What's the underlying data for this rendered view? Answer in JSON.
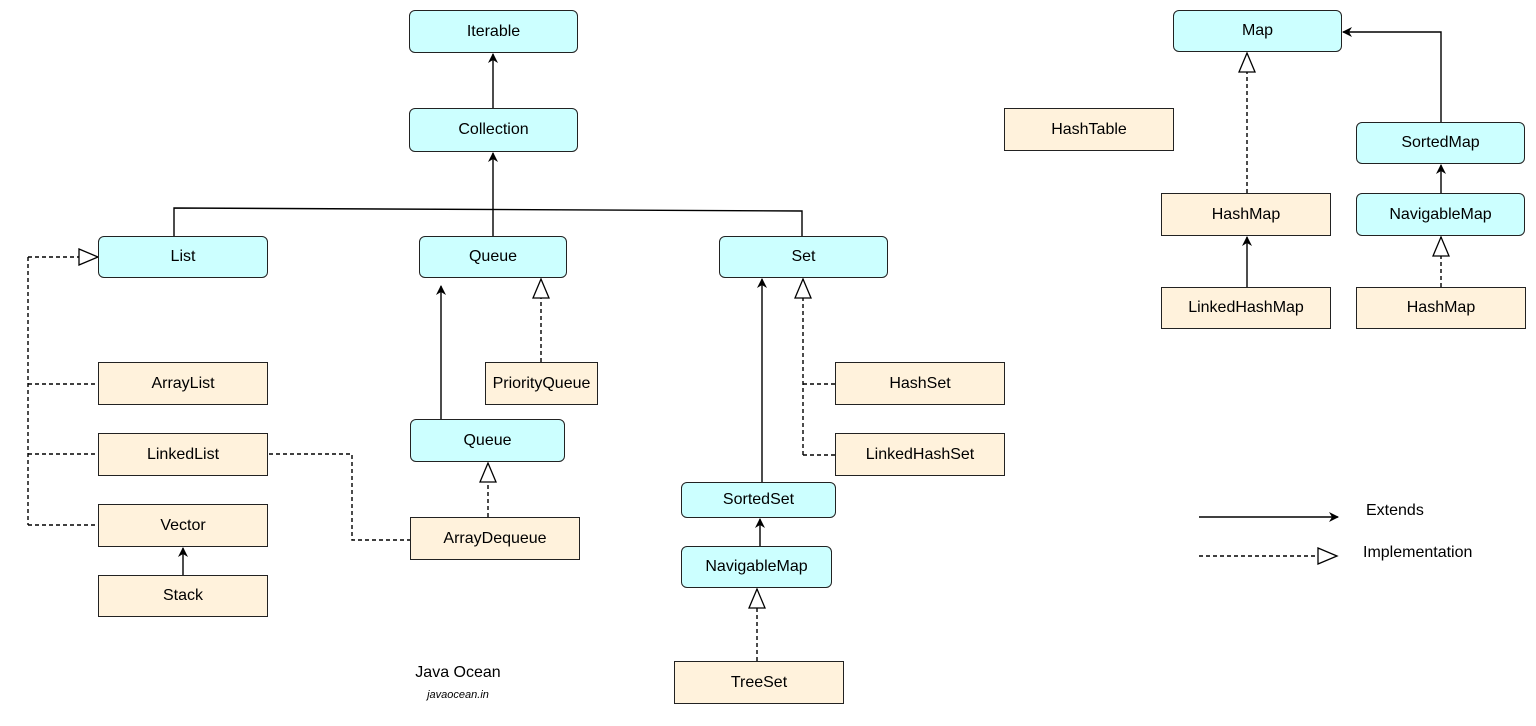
{
  "nodes": {
    "iterable": "Iterable",
    "collection": "Collection",
    "list": "List",
    "queue": "Queue",
    "set": "Set",
    "arraylist": "ArrayList",
    "linkedlist": "LinkedList",
    "vector": "Vector",
    "stack": "Stack",
    "priorityqueue": "PriorityQueue",
    "queue2": "Queue",
    "arraydequeue": "ArrayDequeue",
    "hashset": "HashSet",
    "linkedhashset": "LinkedHashSet",
    "sortedset": "SortedSet",
    "navigablemap_set": "NavigableMap",
    "treeset": "TreeSet",
    "map": "Map",
    "hashtable": "HashTable",
    "sortedmap": "SortedMap",
    "hashmap": "HashMap",
    "linkedhashmap": "LinkedHashMap",
    "navigablemap": "NavigableMap",
    "hashmap2": "HashMap"
  },
  "legend": {
    "extends": "Extends",
    "implementation": "Implementation"
  },
  "footer": {
    "title": "Java Ocean",
    "subtitle": "javaocean.in"
  },
  "colors": {
    "interface_fill": "#ccffff",
    "class_fill": "#fff2dc",
    "stroke": "#222222"
  }
}
